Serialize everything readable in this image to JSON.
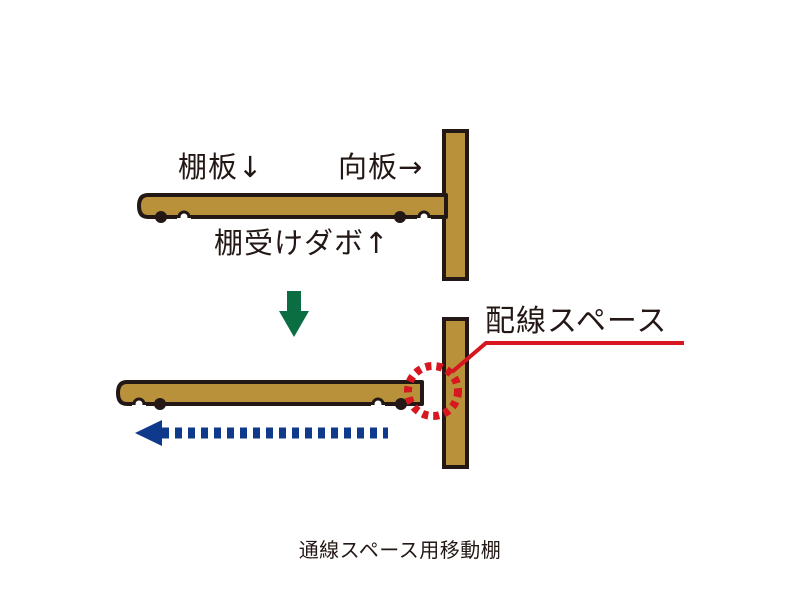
{
  "labels": {
    "shelf_board": "棚板↓",
    "back_board": "向板→",
    "shelf_pin": "棚受けダボ↑",
    "wiring_space": "配線スペース"
  },
  "caption": "通線スペース用移動棚",
  "colors": {
    "wood": "#b8913a",
    "outline": "#231815",
    "green_arrow": "#0b6e43",
    "blue_arrow": "#0f3a8c",
    "red_highlight": "#d7161f",
    "background": "#ffffff"
  },
  "icons": {
    "down_arrow": "green-down-arrow-icon",
    "left_arrow": "blue-dashed-left-arrow-icon",
    "highlight": "red-dashed-circle-icon"
  }
}
